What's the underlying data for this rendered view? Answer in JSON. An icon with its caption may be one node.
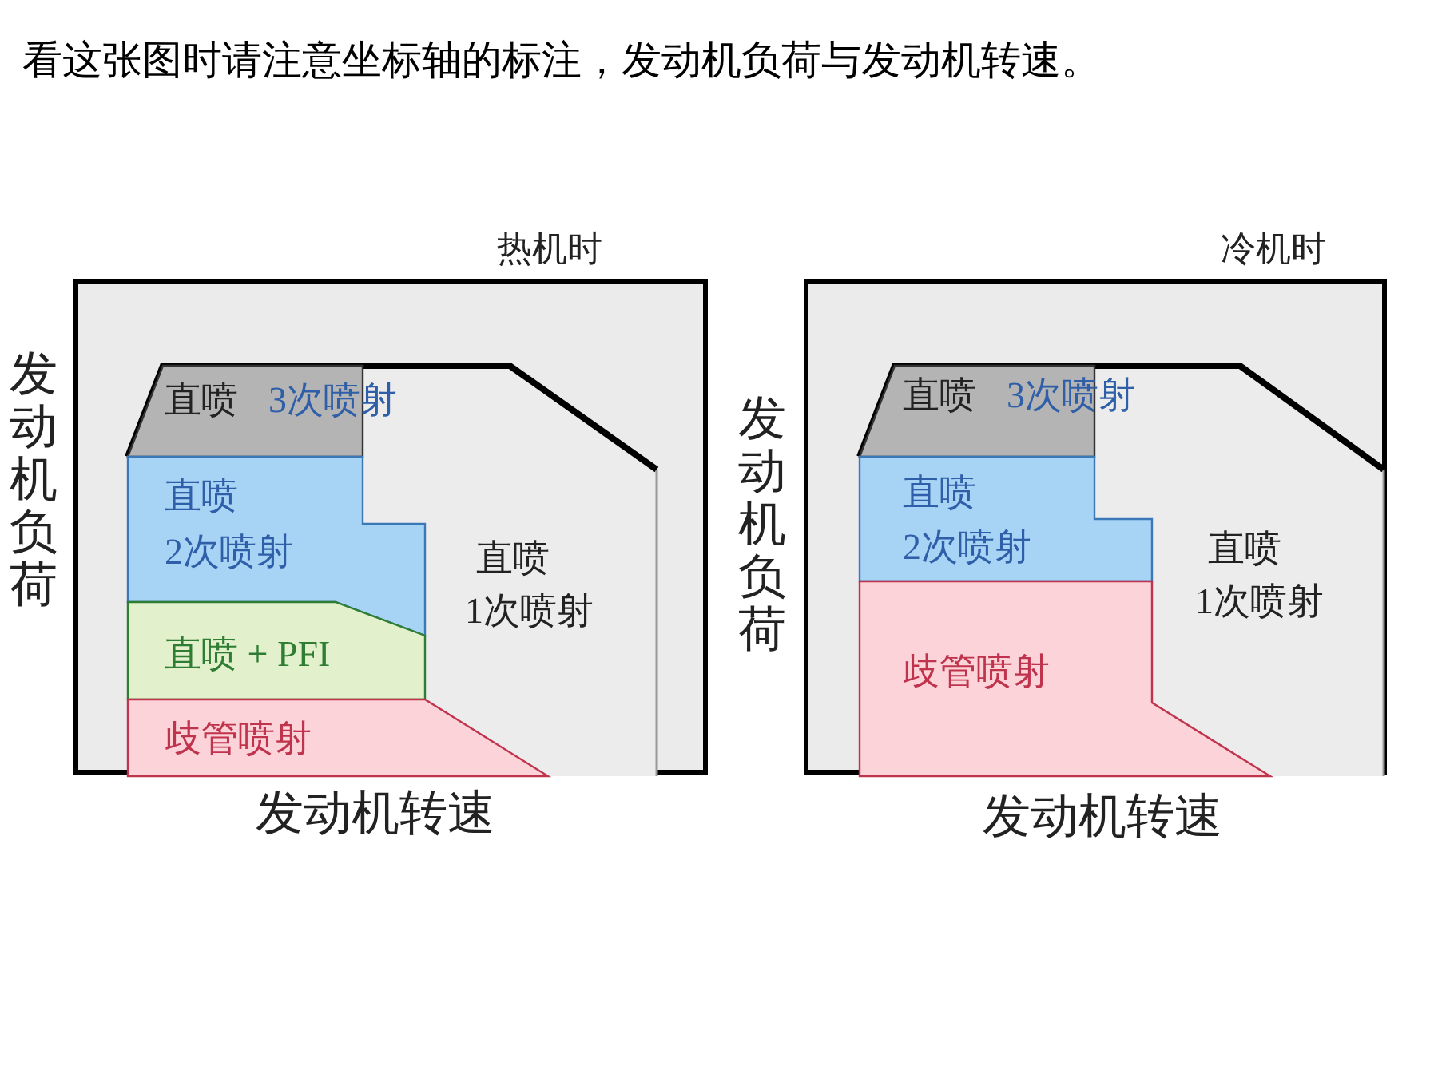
{
  "diagram": {
    "title": "看这张图时请注意坐标轴的标注，发动机负荷与发动机转速。",
    "nodes": [
      {
        "text": [
          "热机时"
        ]
      },
      {
        "text": [
          "直喷",
          "1次喷射"
        ],
        "in": 0
      },
      {
        "text": [
          "直喷",
          "3次喷射"
        ],
        "in": 1
      },
      {
        "text": [
          "直喷",
          "2次喷射"
        ],
        "in": 1
      },
      {
        "text": [
          "直喷 + PFI"
        ],
        "in": 1
      },
      {
        "text": [
          "歧管喷射"
        ],
        "in": 1
      },
      {
        "text": [
          "冷机时"
        ]
      },
      {
        "text": [
          "直喷",
          "1次喷射"
        ],
        "in": 6
      },
      {
        "text": [
          "直喷",
          "3次喷射"
        ],
        "in": 7
      },
      {
        "text": [
          "直喷",
          "2次喷射"
        ],
        "in": 7
      },
      {
        "text": [
          "歧管喷射"
        ],
        "in": 7
      }
    ],
    "edges": [],
    "labels": [
      "发动机负荷",
      "发动机转速",
      "发动机负荷",
      "发动机转速"
    ]
  }
}
